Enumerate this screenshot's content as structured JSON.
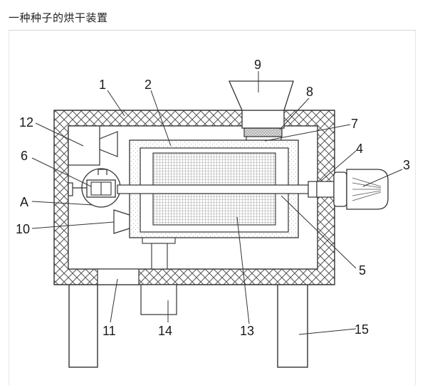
{
  "page": {
    "title": "一种种子的烘干装置"
  },
  "diagram": {
    "labels": [
      "1",
      "2",
      "3",
      "4",
      "5",
      "6",
      "7",
      "8",
      "9",
      "10",
      "11",
      "12",
      "13",
      "14",
      "15",
      "A"
    ]
  }
}
